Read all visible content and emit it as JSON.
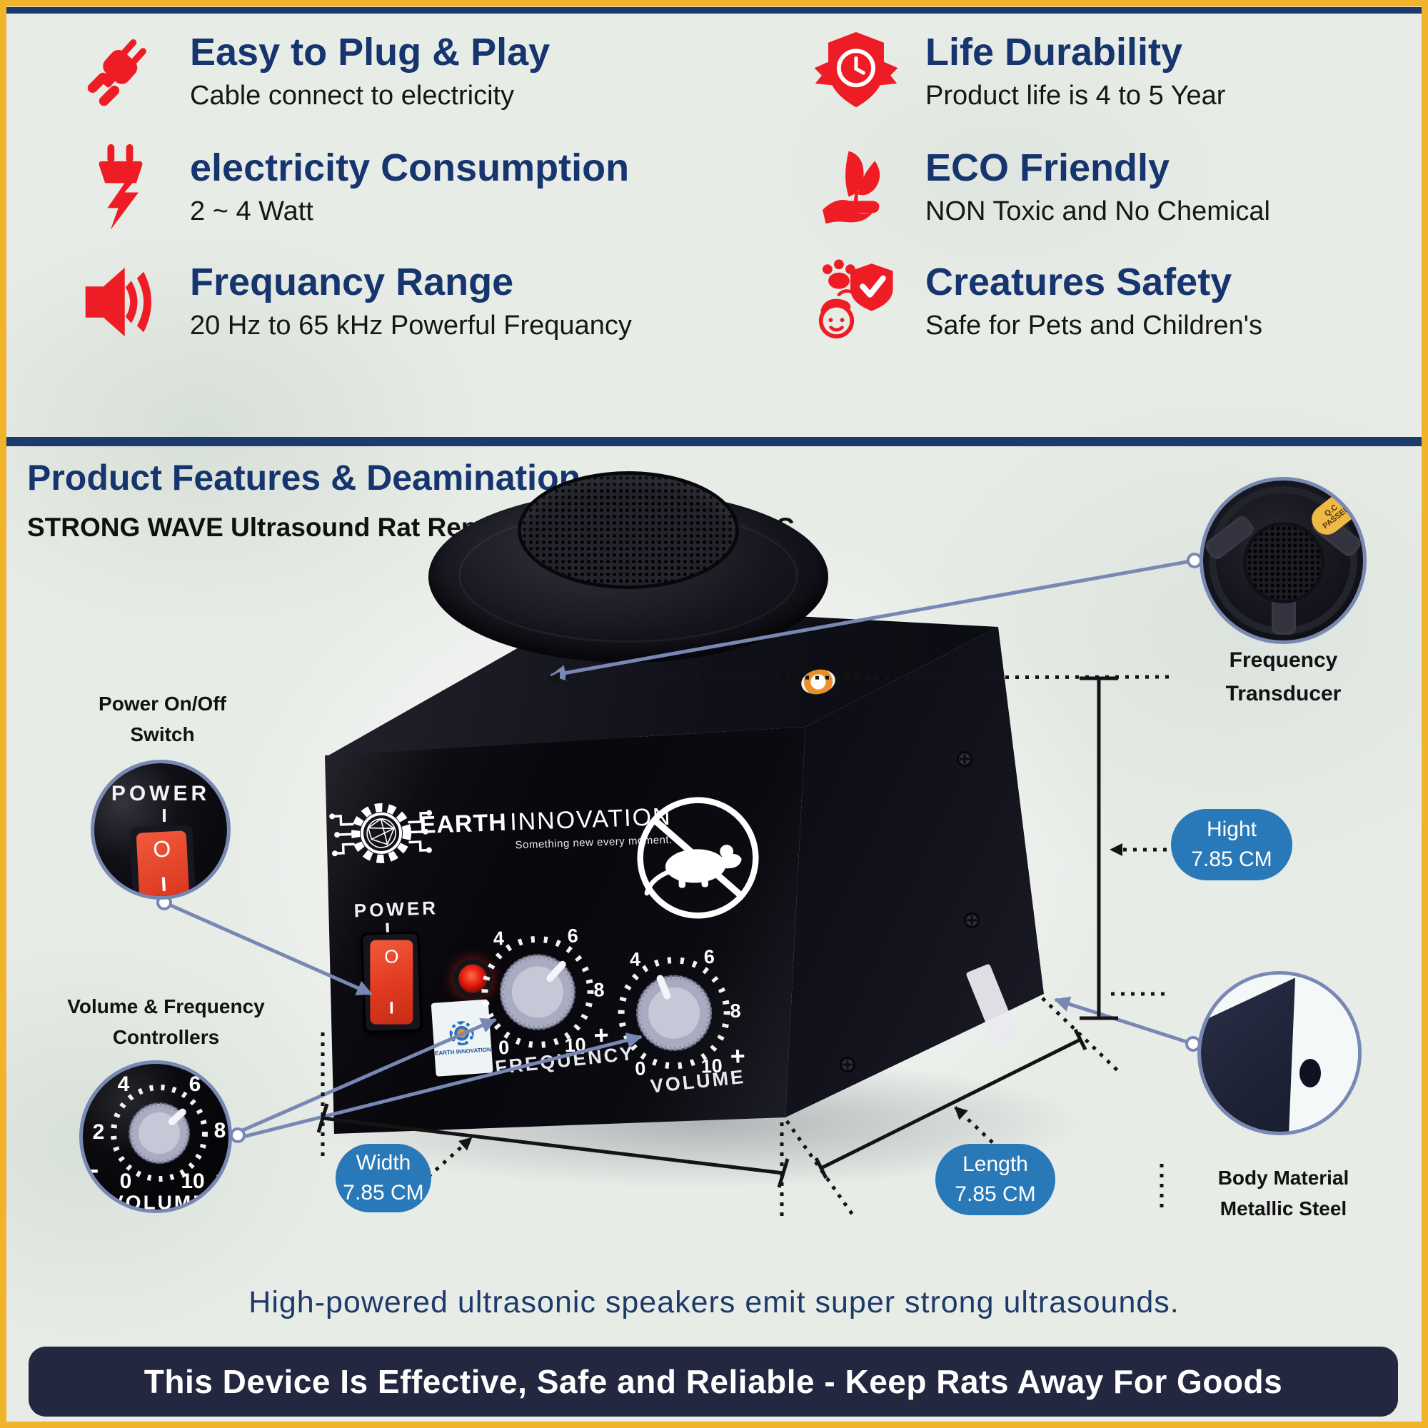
{
  "colors": {
    "border_yellow": "#f0b32a",
    "navy": "#16356e",
    "divider_navy": "#1d3a6c",
    "accent_red": "#ee1c25",
    "pill_blue": "#2979b8",
    "line_slate": "#7888b4",
    "bar_navy": "#232840"
  },
  "features": {
    "left": [
      {
        "icon": "plug-icon",
        "title": "Easy to Plug & Play",
        "subtitle": "Cable connect to electricity"
      },
      {
        "icon": "electric-bolt-plug-icon",
        "title": "electricity Consumption",
        "subtitle": "2 ~ 4 Watt"
      },
      {
        "icon": "speaker-icon",
        "title": "Frequancy Range",
        "subtitle": "20 Hz to 65 kHz Powerful Frequancy"
      }
    ],
    "right": [
      {
        "icon": "shield-clock-icon",
        "title": "Life Durability",
        "subtitle": "Product life is 4 to 5 Year"
      },
      {
        "icon": "eco-leaf-hand-icon",
        "title": "ECO Friendly",
        "subtitle": "NON Toxic and No Chemical"
      },
      {
        "icon": "creatures-safety-icon",
        "title": "Creatures Safety",
        "subtitle": "Safe for Pets and Children's"
      }
    ]
  },
  "section": {
    "heading": "Product Features & Deamination",
    "subheading": "STRONG WAVE Ultrasound Rat Repellent Device : F1-EI86HC"
  },
  "device": {
    "brand_bold": "EARTH",
    "brand_light": "INNOVATION",
    "tagline": "Something new every moment.",
    "power_label": "POWER",
    "switch_off": "O",
    "switch_on": "I",
    "freq_label": "FREQUENCY",
    "volume_label": "VOLUME",
    "mini_sticker": "EARTH INNOVATION",
    "dial": {
      "n0": "0",
      "n2": "2",
      "n4": "4",
      "n6": "6",
      "n8": "8",
      "n10": "10",
      "plus": "+",
      "minus": "-"
    }
  },
  "callouts": {
    "power": {
      "line1": "Power On/Off",
      "line2": "Switch",
      "panel_label": "POWER"
    },
    "controllers": {
      "line1": "Volume & Frequency",
      "line2": "Controllers",
      "dial_label": "VOLUME"
    },
    "transducer": {
      "line1": "Frequency",
      "line2": "Transducer",
      "sticker1": "Q.C",
      "sticker2": "PASSED"
    },
    "body": {
      "line1": "Body Material",
      "line2": "Metallic Steel"
    }
  },
  "dimensions": {
    "height": {
      "label": "Hight",
      "value": "7.85 CM"
    },
    "width": {
      "label": "Width",
      "value": "7.85 CM"
    },
    "length": {
      "label": "Length",
      "value": "7.85 CM"
    }
  },
  "footer": {
    "tagline": "High-powered ultrasonic speakers emit super strong ultrasounds.",
    "bar_text": "This Device Is Effective, Safe and Reliable - Keep Rats Away For Goods"
  }
}
